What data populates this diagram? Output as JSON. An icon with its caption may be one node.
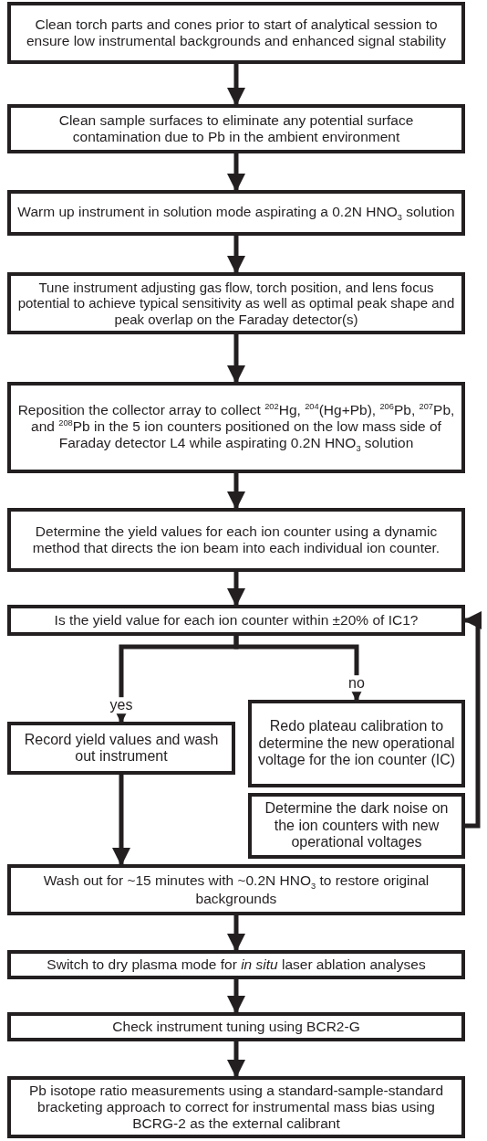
{
  "diagram": {
    "nodes": [
      {
        "text": [
          "Clean torch parts and cones prior to start of analytical session to ensure low instrumental backgrounds and enhanced signal stability"
        ]
      },
      {
        "text": [
          "Clean sample surfaces to eliminate any potential surface contamination due to Pb in the ambient environment"
        ]
      },
      {
        "text": [
          "Warm up instrument in solution mode aspirating a 0.2N HNO$_{3}$ solution"
        ]
      },
      {
        "text": [
          "Tune instrument adjusting gas flow, torch position, and lens focus potential to achieve typical sensitivity as well as optimal peak shape and peak overlap on the Faraday detector(s)"
        ]
      },
      {
        "text": [
          "Reposition the collector array to collect $^{202}$Hg, $^{204}$(Hg+Pb), $^{206}$Pb, $^{207}$Pb, and $^{208}$Pb in the 5 ion counters positioned on the low mass side of Faraday detector L4 while aspirating 0.2N HNO$_{3}$ solution"
        ]
      },
      {
        "text": [
          "Determine the yield values for each ion counter using a dynamic method that directs the ion beam into each individual ion counter."
        ]
      },
      {
        "text": [
          "Is the yield value for each ion counter within ±20% of IC1?"
        ]
      },
      {
        "text": [
          "Record yield values and wash out instrument"
        ]
      },
      {
        "text": [
          "Redo plateau calibration to determine the new operational voltage for the ion counter (IC)"
        ]
      },
      {
        "text": [
          "Determine the dark noise on the ion counters with new operational voltages"
        ]
      },
      {
        "text": [
          "Wash out for ~15 minutes with ~0.2N HNO$_{3}$ to restore original backgrounds"
        ]
      },
      {
        "text": [
          "Switch to dry plasma mode for *in situ* laser ablation analyses"
        ]
      },
      {
        "text": [
          "Check instrument tuning using BCR2-G"
        ]
      },
      {
        "text": [
          "Pb isotope ratio measurements using a standard-sample-standard bracketing approach to correct for instrumental mass bias using BCRG-2 as the external calibrant"
        ]
      }
    ],
    "edges": [
      {
        "from": 0,
        "to": 1,
        "arrow": "to"
      },
      {
        "from": 1,
        "to": 2,
        "arrow": "to"
      },
      {
        "from": 2,
        "to": 3,
        "arrow": "to"
      },
      {
        "from": 3,
        "to": 4,
        "arrow": "to"
      },
      {
        "from": 4,
        "to": 5,
        "arrow": "to"
      },
      {
        "from": 5,
        "to": 6,
        "arrow": "to"
      },
      {
        "from": 6,
        "to": 7,
        "arrow": "to",
        "label": "yes"
      },
      {
        "from": 6,
        "to": 8,
        "arrow": "to",
        "label": "no"
      },
      {
        "from": 9,
        "to": 6,
        "arrow": "to"
      },
      {
        "from": 7,
        "to": 10,
        "arrow": "to"
      },
      {
        "from": 10,
        "to": 11,
        "arrow": "to"
      },
      {
        "from": 11,
        "to": 12,
        "arrow": "to"
      },
      {
        "from": 12,
        "to": 13,
        "arrow": "to"
      }
    ]
  }
}
